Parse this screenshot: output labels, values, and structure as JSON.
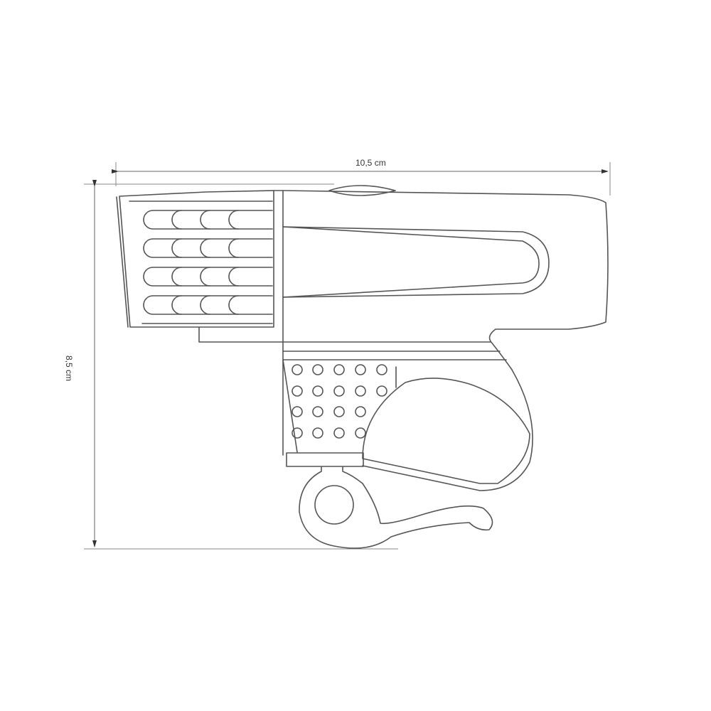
{
  "diagram": {
    "subject": "Bicycle front light — side view technical drawing",
    "dimensions": {
      "width": {
        "label": "10,5 cm",
        "orientation": "horizontal"
      },
      "height": {
        "label": "8,5 cm",
        "orientation": "vertical"
      }
    },
    "parts": [
      {
        "name": "lens-grille",
        "rows": 4,
        "columns": 4
      },
      {
        "name": "power-button"
      },
      {
        "name": "body-side-groove"
      },
      {
        "name": "mount-grip",
        "dot_rows": 4,
        "dot_columns": 5
      },
      {
        "name": "mount-pad"
      },
      {
        "name": "quick-release-lever"
      }
    ],
    "colors": {
      "line": "#555555",
      "dimension_line": "#8a8a8a",
      "background": "#ffffff"
    }
  }
}
